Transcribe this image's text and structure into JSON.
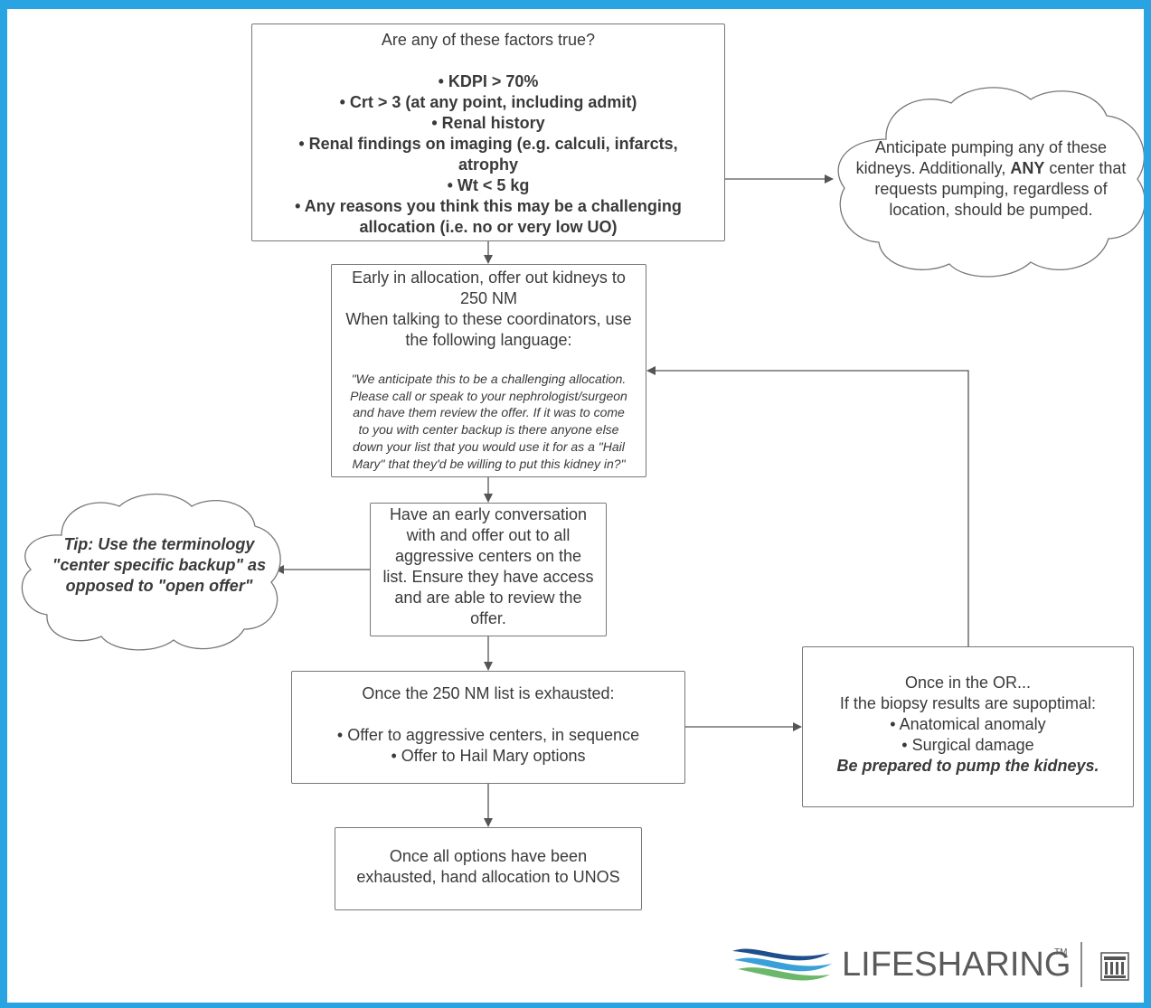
{
  "boxes": {
    "factors": {
      "question": "Are any of these factors true?",
      "items": [
        "• KDPI > 70%",
        "• Crt > 3 (at any point, including admit)",
        "• Renal history",
        "• Renal findings on imaging (e.g. calculi, infarcts,",
        "atrophy",
        "• Wt < 5 kg",
        "• Any reasons you think this may be a challenging",
        "allocation (i.e. no or very low UO)"
      ]
    },
    "early_offer": {
      "line1": "Early in allocation, offer out kidneys to",
      "line2": "250 NM",
      "line3": "When talking to these coordinators, use",
      "line4": "the following language:",
      "quote": [
        "\"We anticipate this to be a challenging allocation.",
        "Please call or speak to your nephrologist/surgeon",
        "and have them review the offer. If it was to come",
        "to you with center backup is there anyone else",
        "down your list that you would use it for as a \"Hail",
        "Mary\" that they'd be willing to put this kidney in?\""
      ]
    },
    "conversation": {
      "lines": [
        "Have an early conversation",
        "with and offer out to all",
        "aggressive centers on the",
        "list. Ensure they have access",
        "and are able to review the",
        "offer."
      ]
    },
    "exhausted": {
      "title": "Once the 250 NM list is exhausted:",
      "items": [
        "• Offer to aggressive centers, in sequence",
        "• Offer to Hail Mary options"
      ]
    },
    "unos": {
      "lines": [
        "Once all options have been",
        "exhausted, hand allocation to UNOS"
      ]
    },
    "or": {
      "line1": "Once in the OR...",
      "line2": "If the biopsy results are supoptimal:",
      "item1": "• Anatomical anomaly",
      "item2": "• Surgical damage",
      "emphasis": "Be prepared to pump the kidneys."
    }
  },
  "clouds": {
    "pumping": {
      "line1": "Anticipate pumping any of these",
      "line2_pre": "kidneys. Additionally, ",
      "line2_bold": "ANY",
      "line2_post": " center that",
      "line3": "requests pumping, regardless of",
      "line4": "location, should be pumped."
    },
    "tip": {
      "lines": [
        "Tip: Use the terminology",
        "\"center specific backup\" as",
        "opposed to \"open offer\""
      ]
    }
  },
  "logo": {
    "wordmark": "LIFESHARING",
    "trademark": "TM",
    "colors": {
      "wave_dark": "#1f4e8c",
      "wave_light": "#3aa0d8",
      "wave_green": "#6cb86a"
    }
  },
  "colors": {
    "frame": "#29a3e1",
    "connector": "#555555"
  }
}
